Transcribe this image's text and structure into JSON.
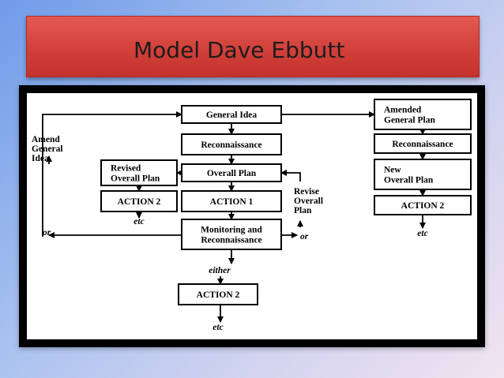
{
  "slide": {
    "title": "Model Dave Ebbutt"
  },
  "diagram": {
    "nodes": [
      {
        "id": "general-idea",
        "lines": [
          "General Idea"
        ]
      },
      {
        "id": "reconnaissance-1",
        "lines": [
          "Reconnaissance"
        ]
      },
      {
        "id": "overall-plan",
        "lines": [
          "Overall Plan"
        ]
      },
      {
        "id": "action-1",
        "lines": [
          "ACTION 1"
        ]
      },
      {
        "id": "monitoring",
        "lines": [
          "Monitoring and",
          "Reconnaissance"
        ]
      },
      {
        "id": "action-2-bottom",
        "lines": [
          "ACTION 2"
        ]
      },
      {
        "id": "revised-overall-plan",
        "lines": [
          "Revised",
          "Overall Plan"
        ]
      },
      {
        "id": "action-2-left",
        "lines": [
          "ACTION 2"
        ]
      },
      {
        "id": "amended-general-plan",
        "lines": [
          "Amended",
          "General Plan"
        ]
      },
      {
        "id": "reconnaissance-2",
        "lines": [
          "Reconnaissance"
        ]
      },
      {
        "id": "new-overall-plan",
        "lines": [
          "New",
          "Overall Plan"
        ]
      },
      {
        "id": "action-2-right",
        "lines": [
          "ACTION 2"
        ]
      }
    ],
    "labels": [
      {
        "id": "amend-general-idea",
        "lines": [
          "Amend",
          "General",
          "Idea"
        ],
        "italic": false
      },
      {
        "id": "revise-overall-plan",
        "lines": [
          "Revise",
          "Overall",
          "Plan"
        ],
        "italic": false
      },
      {
        "id": "or-left",
        "lines": [
          "or"
        ],
        "italic": true
      },
      {
        "id": "or-right",
        "lines": [
          "or"
        ],
        "italic": true
      },
      {
        "id": "either",
        "lines": [
          "either"
        ],
        "italic": true
      },
      {
        "id": "etc-left",
        "lines": [
          "etc"
        ],
        "italic": true
      },
      {
        "id": "etc-bottom",
        "lines": [
          "etc"
        ],
        "italic": true
      },
      {
        "id": "etc-right",
        "lines": [
          "etc"
        ],
        "italic": true
      }
    ]
  }
}
